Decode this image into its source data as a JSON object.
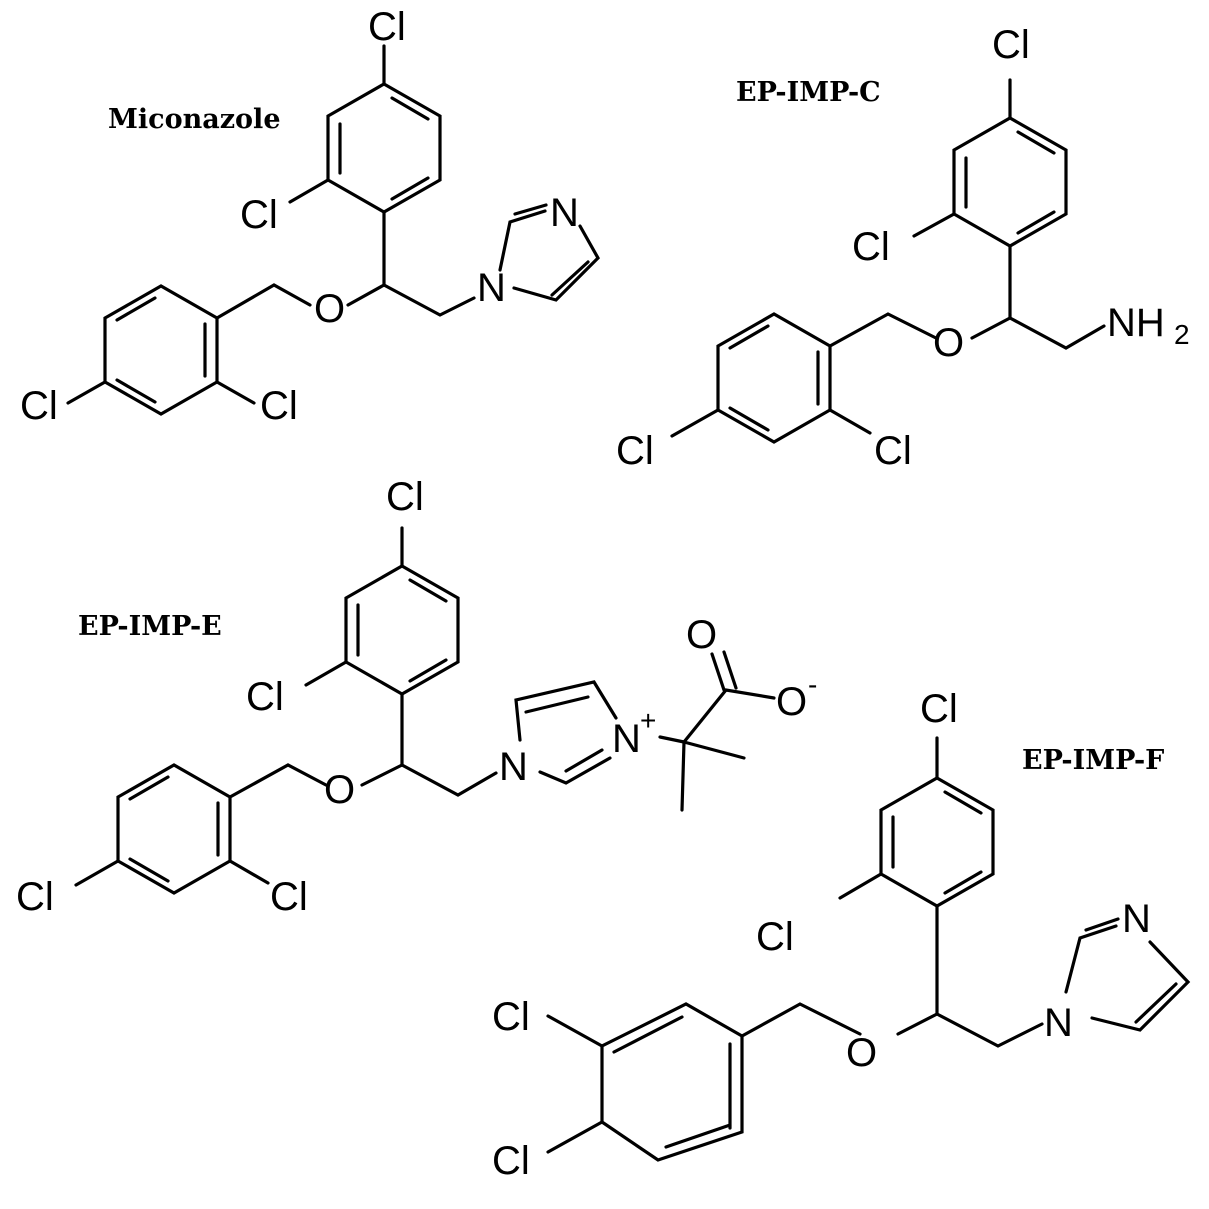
{
  "structures": [
    {
      "label": "Miconazole",
      "atoms": {
        "cl": "Cl",
        "o": "O",
        "n": "N"
      }
    },
    {
      "label": "EP-IMP-C",
      "atoms": {
        "cl": "Cl",
        "o": "O",
        "amine": "NH",
        "amine_sub": "2"
      }
    },
    {
      "label": "EP-IMP-E",
      "atoms": {
        "cl": "Cl",
        "o": "O",
        "n": "N",
        "charge_plus": "+",
        "charge_minus": "-"
      }
    },
    {
      "label": "EP-IMP-F",
      "atoms": {
        "cl": "Cl",
        "o": "O",
        "n": "N"
      }
    }
  ]
}
